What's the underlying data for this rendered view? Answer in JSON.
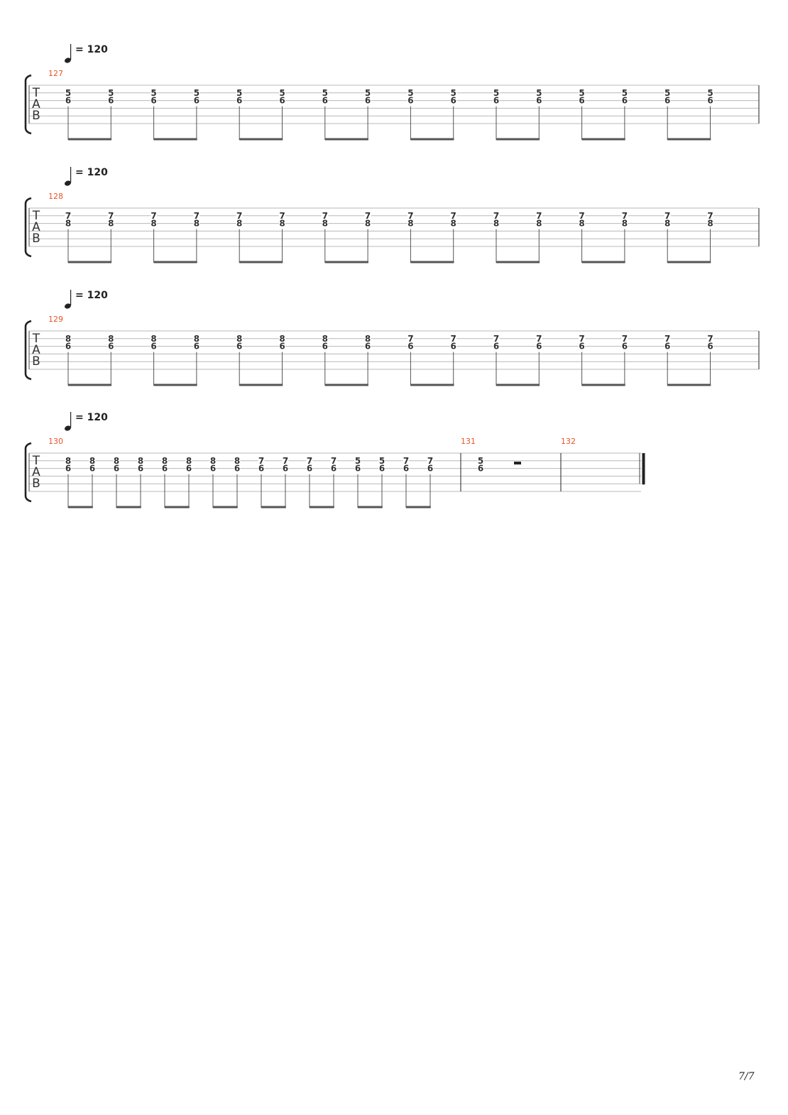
{
  "tempo": {
    "symbol": "=",
    "bpm": "120"
  },
  "tab_label": [
    "T",
    "A",
    "B"
  ],
  "systems": [
    {
      "bars": [
        {
          "number": "127",
          "notes": [
            [
              "5",
              "6"
            ],
            [
              "5",
              "6"
            ],
            [
              "5",
              "6"
            ],
            [
              "5",
              "6"
            ],
            [
              "5",
              "6"
            ],
            [
              "5",
              "6"
            ],
            [
              "5",
              "6"
            ],
            [
              "5",
              "6"
            ],
            [
              "5",
              "6"
            ],
            [
              "5",
              "6"
            ],
            [
              "5",
              "6"
            ],
            [
              "5",
              "6"
            ],
            [
              "5",
              "6"
            ],
            [
              "5",
              "6"
            ],
            [
              "5",
              "6"
            ],
            [
              "5",
              "6"
            ]
          ]
        }
      ]
    },
    {
      "bars": [
        {
          "number": "128",
          "notes": [
            [
              "7",
              "8"
            ],
            [
              "7",
              "8"
            ],
            [
              "7",
              "8"
            ],
            [
              "7",
              "8"
            ],
            [
              "7",
              "8"
            ],
            [
              "7",
              "8"
            ],
            [
              "7",
              "8"
            ],
            [
              "7",
              "8"
            ],
            [
              "7",
              "8"
            ],
            [
              "7",
              "8"
            ],
            [
              "7",
              "8"
            ],
            [
              "7",
              "8"
            ],
            [
              "7",
              "8"
            ],
            [
              "7",
              "8"
            ],
            [
              "7",
              "8"
            ],
            [
              "7",
              "8"
            ]
          ]
        }
      ]
    },
    {
      "bars": [
        {
          "number": "129",
          "notes": [
            [
              "8",
              "6"
            ],
            [
              "8",
              "6"
            ],
            [
              "8",
              "6"
            ],
            [
              "8",
              "6"
            ],
            [
              "8",
              "6"
            ],
            [
              "8",
              "6"
            ],
            [
              "8",
              "6"
            ],
            [
              "8",
              "6"
            ],
            [
              "7",
              "6"
            ],
            [
              "7",
              "6"
            ],
            [
              "7",
              "6"
            ],
            [
              "7",
              "6"
            ],
            [
              "7",
              "6"
            ],
            [
              "7",
              "6"
            ],
            [
              "7",
              "6"
            ],
            [
              "7",
              "6"
            ]
          ]
        }
      ]
    },
    {
      "bars": [
        {
          "number": "130",
          "notes": [
            [
              "8",
              "6"
            ],
            [
              "8",
              "6"
            ],
            [
              "8",
              "6"
            ],
            [
              "8",
              "6"
            ],
            [
              "8",
              "6"
            ],
            [
              "8",
              "6"
            ],
            [
              "8",
              "6"
            ],
            [
              "8",
              "6"
            ],
            [
              "7",
              "6"
            ],
            [
              "7",
              "6"
            ],
            [
              "7",
              "6"
            ],
            [
              "7",
              "6"
            ],
            [
              "5",
              "6"
            ],
            [
              "5",
              "6"
            ],
            [
              "7",
              "6"
            ],
            [
              "7",
              "6"
            ]
          ]
        },
        {
          "number": "131",
          "notes": [
            [
              "5",
              "6"
            ]
          ],
          "rest": "half"
        },
        {
          "number": "132",
          "notes": []
        }
      ]
    }
  ],
  "page_number": "7/7"
}
